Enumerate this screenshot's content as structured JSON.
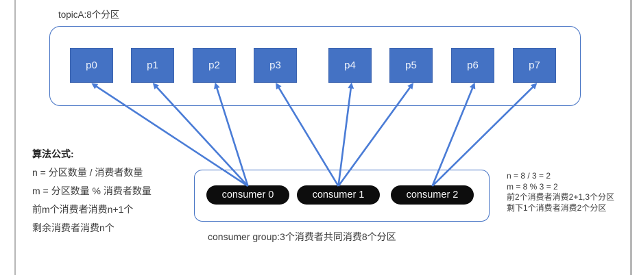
{
  "topic": {
    "label": "topicA:8个分区",
    "partitions": [
      "p0",
      "p1",
      "p2",
      "p3",
      "p4",
      "p5",
      "p6",
      "p7"
    ]
  },
  "consumer_group": {
    "label": "consumer group:3个消费者共同消费8个分区",
    "consumers": [
      "consumer 0",
      "consumer 1",
      "consumer 2"
    ]
  },
  "algorithm": {
    "title": "算法公式:",
    "lines": [
      "n = 分区数量 / 消费者数量",
      "m = 分区数量 % 消费者数量",
      "前m个消费者消费n+1个",
      "剩余消费者消费n个"
    ]
  },
  "example": {
    "lines": [
      "n = 8 / 3 = 2",
      "m = 8 % 3 = 2",
      "前2个消费者消费2+1,3个分区",
      "剩下1个消费者消费2个分区"
    ]
  },
  "assignments": [
    [
      0,
      0
    ],
    [
      0,
      1
    ],
    [
      0,
      2
    ],
    [
      1,
      3
    ],
    [
      1,
      4
    ],
    [
      1,
      5
    ],
    [
      2,
      6
    ],
    [
      2,
      7
    ]
  ],
  "colors": {
    "accent": "#4472C4",
    "partition_border": "#3a62ae",
    "arrow": "#4a7cd6",
    "pill": "#0d0d0d"
  }
}
